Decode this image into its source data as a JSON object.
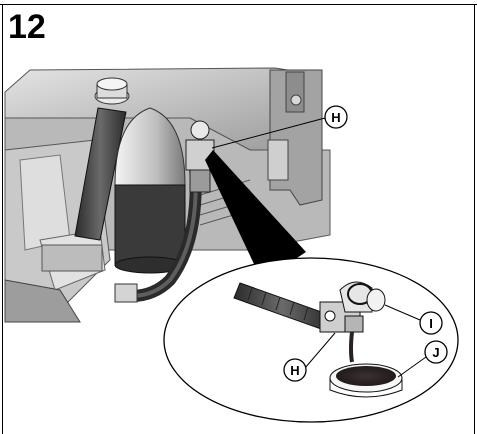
{
  "figure": {
    "step_number": "12",
    "callouts": [
      {
        "id": "H",
        "label": "H"
      },
      {
        "id": "I",
        "label": "I"
      },
      {
        "id": "J",
        "label": "J"
      }
    ]
  },
  "colors": {
    "border": "#000000",
    "engine_light": "#d6d6d6",
    "engine_mid": "#a8a8a8",
    "engine_dark": "#4a4a4a",
    "oil": "#2a2222"
  },
  "icons": {
    "callout_shape": "circled-letter"
  }
}
